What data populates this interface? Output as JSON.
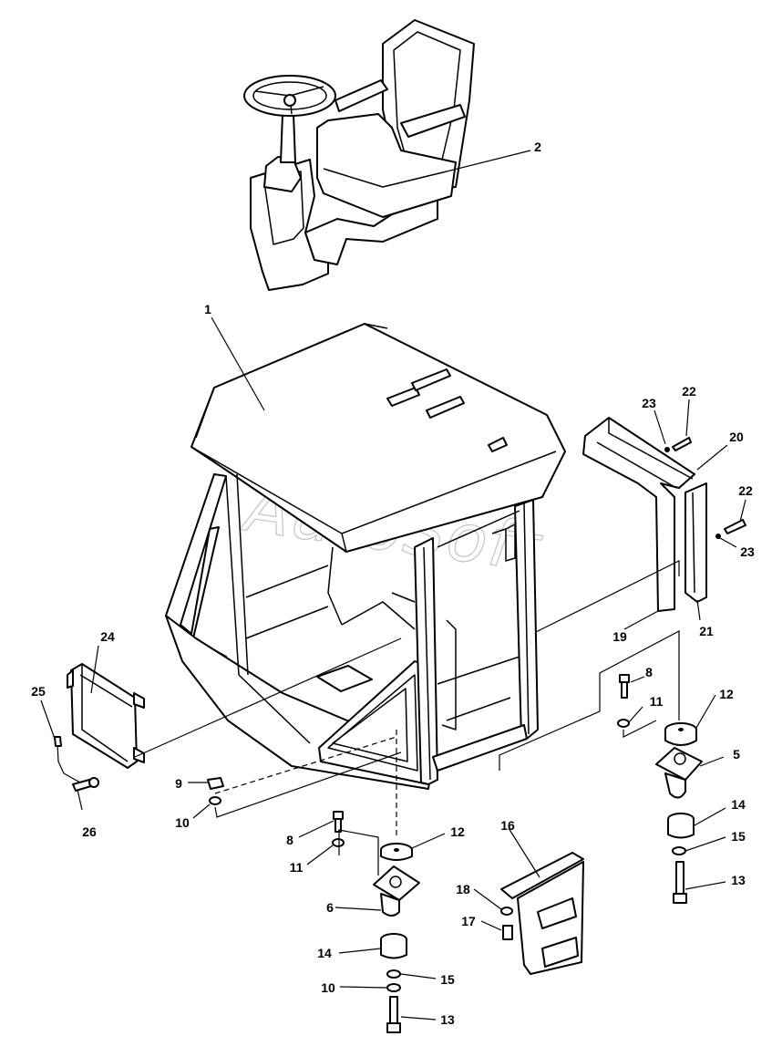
{
  "watermark": "AutoSoft",
  "callouts": {
    "c1": "1",
    "c2": "2",
    "c5": "5",
    "c6": "6",
    "c8a": "8",
    "c8b": "8",
    "c9": "9",
    "c10a": "10",
    "c10b": "10",
    "c11a": "11",
    "c11b": "11",
    "c12a": "12",
    "c12b": "12",
    "c13a": "13",
    "c13b": "13",
    "c14a": "14",
    "c14b": "14",
    "c15a": "15",
    "c15b": "15",
    "c16": "16",
    "c17": "17",
    "c18": "18",
    "c19": "19",
    "c20": "20",
    "c21": "21",
    "c22a": "22",
    "c22b": "22",
    "c23a": "23",
    "c23b": "23",
    "c24": "24",
    "c25": "25",
    "c26": "26"
  }
}
